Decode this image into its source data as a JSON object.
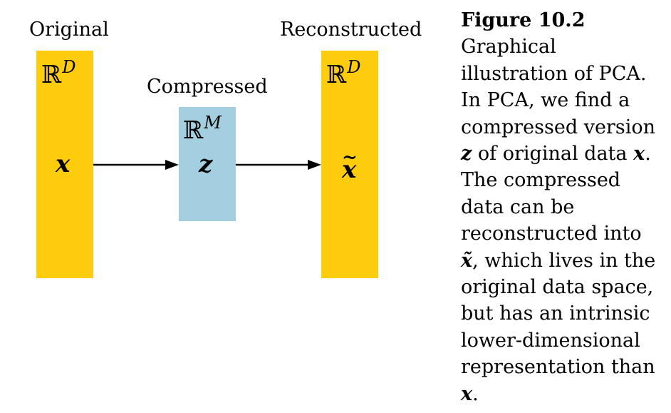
{
  "labels": {
    "original": "Original",
    "compressed": "Compressed",
    "reconstructed": "Reconstructed"
  },
  "spaces": {
    "original": {
      "base": "ℝ",
      "exp": "D"
    },
    "compressed": {
      "base": "ℝ",
      "exp": "M"
    },
    "reconstructed": {
      "base": "ℝ",
      "exp": "D"
    }
  },
  "variables": {
    "original": "x",
    "compressed": "z",
    "reconstructed": "x",
    "reconstructed_accent": "~"
  },
  "colors": {
    "original_bar": "#fdcc0d",
    "compressed_bar": "#a3cfe0",
    "reconstructed_bar": "#fdcc0d"
  },
  "caption": {
    "title": "Figure 10.2",
    "line1": "Graphical",
    "line2": "illustration of PCA.",
    "line3": "In PCA, we find a",
    "line4": "compressed version",
    "line5_var": "z",
    "line5_mid": " of original data ",
    "line5_var2": "x",
    "line5_end": ".",
    "line6": "The compressed",
    "line7": "data can be",
    "line8": "reconstructed into",
    "line9_var": "x̃",
    "line9_rest": ", which lives in the",
    "line10": "original data space,",
    "line11": "but has an intrinsic",
    "line12": "lower-dimensional",
    "line13": "representation than",
    "line14_var": "x",
    "line14_end": "."
  }
}
